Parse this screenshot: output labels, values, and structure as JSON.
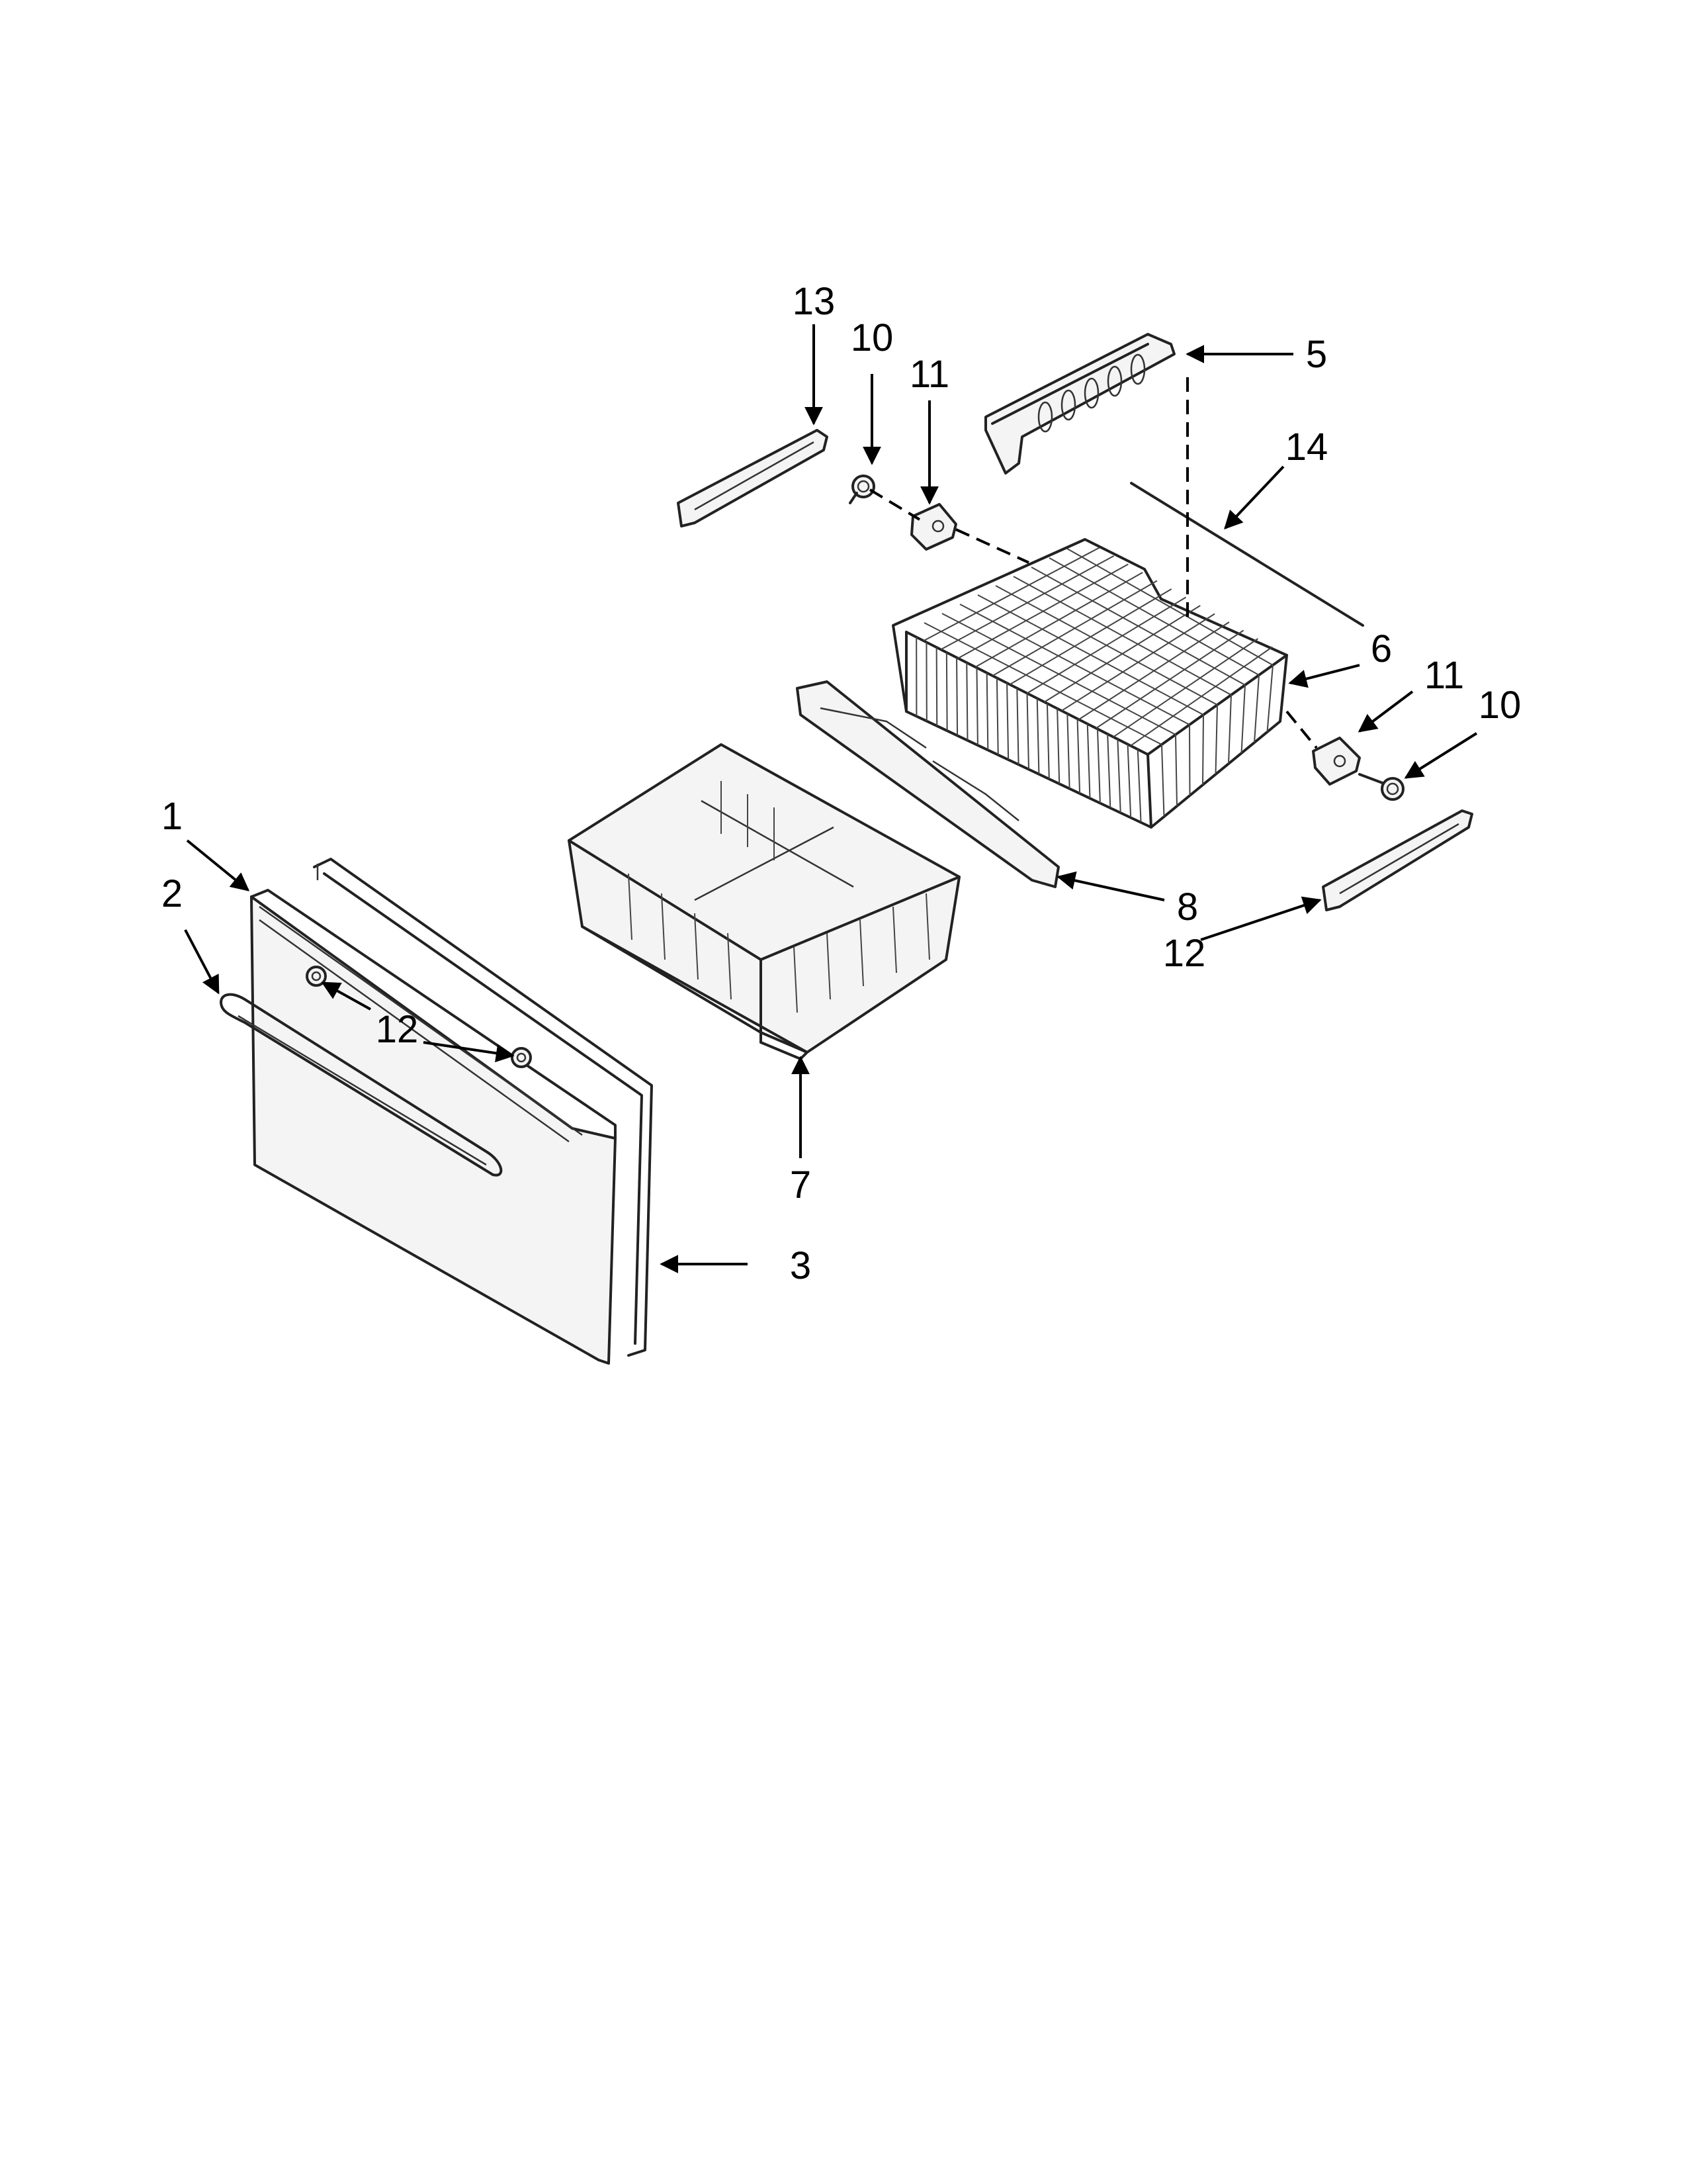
{
  "callouts": [
    {
      "id": "c1",
      "label": "1"
    },
    {
      "id": "c2",
      "label": "2"
    },
    {
      "id": "c3",
      "label": "3"
    },
    {
      "id": "c5",
      "label": "5"
    },
    {
      "id": "c6",
      "label": "6"
    },
    {
      "id": "c7",
      "label": "7"
    },
    {
      "id": "c8",
      "label": "8"
    },
    {
      "id": "c10a",
      "label": "10"
    },
    {
      "id": "c10b",
      "label": "10"
    },
    {
      "id": "c11a",
      "label": "11"
    },
    {
      "id": "c11b",
      "label": "11"
    },
    {
      "id": "c12a",
      "label": "12"
    },
    {
      "id": "c12b",
      "label": "12"
    },
    {
      "id": "c13",
      "label": "13"
    },
    {
      "id": "c14",
      "label": "14"
    }
  ]
}
